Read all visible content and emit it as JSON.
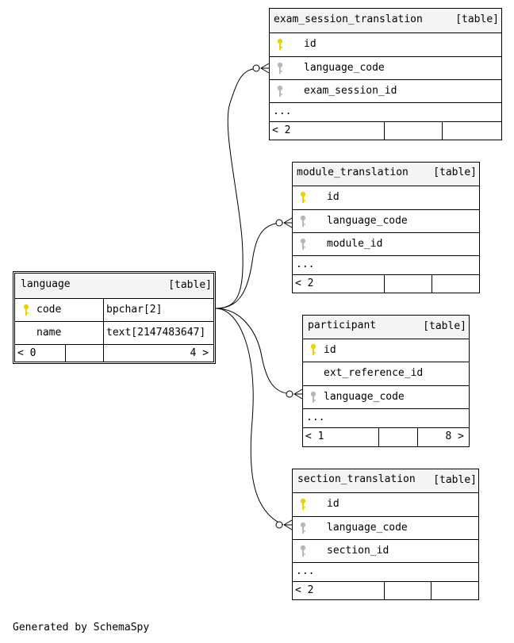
{
  "tables": {
    "exam_session_translation": {
      "name": "exam_session_translation",
      "type": "[table]",
      "columns": [
        {
          "key": "primary",
          "name": "id"
        },
        {
          "key": "foreign",
          "name": "language_code"
        },
        {
          "key": "foreign",
          "name": "exam_session_id"
        }
      ],
      "more": "...",
      "nav": {
        "parents": "< 2",
        "children": ""
      }
    },
    "module_translation": {
      "name": "module_translation",
      "type": "[table]",
      "columns": [
        {
          "key": "primary",
          "name": "id"
        },
        {
          "key": "foreign",
          "name": "language_code"
        },
        {
          "key": "foreign",
          "name": "module_id"
        }
      ],
      "more": "...",
      "nav": {
        "parents": "< 2",
        "children": ""
      }
    },
    "language": {
      "name": "language",
      "type": "[table]",
      "columns": [
        {
          "key": "primary",
          "name": "code",
          "datatype": "bpchar[2]"
        },
        {
          "key": "none",
          "name": "name",
          "datatype": "text[2147483647]"
        }
      ],
      "nav": {
        "parents": "< 0",
        "children": "4 >"
      }
    },
    "participant": {
      "name": "participant",
      "type": "[table]",
      "columns": [
        {
          "key": "primary",
          "name": "id"
        },
        {
          "key": "none",
          "name": "ext_reference_id"
        },
        {
          "key": "foreign",
          "name": "language_code"
        }
      ],
      "more": "...",
      "nav": {
        "parents": "< 1",
        "children": "8 >"
      }
    },
    "section_translation": {
      "name": "section_translation",
      "type": "[table]",
      "columns": [
        {
          "key": "primary",
          "name": "id"
        },
        {
          "key": "foreign",
          "name": "language_code"
        },
        {
          "key": "foreign",
          "name": "section_id"
        }
      ],
      "more": "...",
      "nav": {
        "parents": "< 2",
        "children": ""
      }
    }
  },
  "relationships": [
    {
      "from": "language.code",
      "to": "exam_session_translation.language_code"
    },
    {
      "from": "language.code",
      "to": "module_translation.language_code"
    },
    {
      "from": "language.code",
      "to": "participant.language_code"
    },
    {
      "from": "language.code",
      "to": "section_translation.language_code"
    }
  ],
  "colors": {
    "primary_key": "#e8d400",
    "foreign_key": "#b8b8b8",
    "header_bg": "#f4f4f4"
  },
  "footer": "Generated by SchemaSpy"
}
